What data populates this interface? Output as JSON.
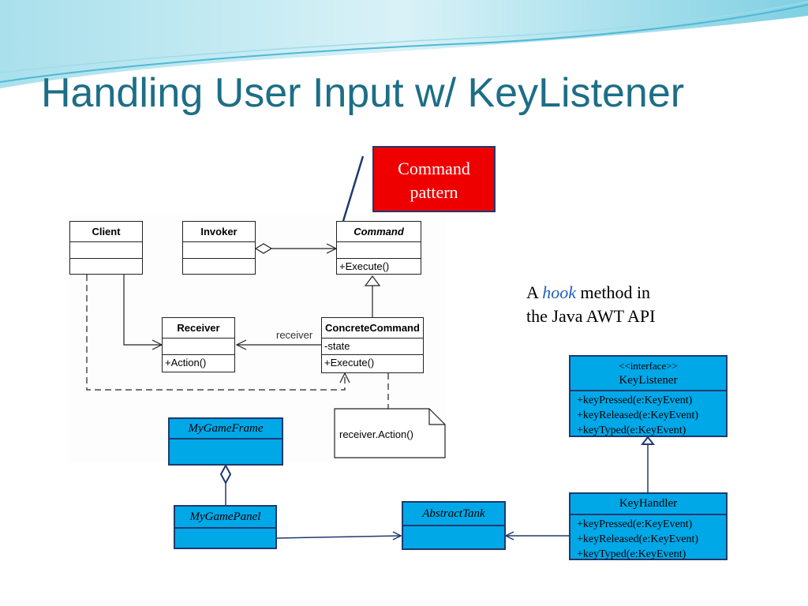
{
  "title": "Handling User Input w/ KeyListener",
  "callout": {
    "line1": "Command",
    "line2": "pattern"
  },
  "hook_note": {
    "prefix": "A ",
    "emph": "hook",
    "rest": " method in",
    "line2": "the Java AWT API"
  },
  "command_pattern": {
    "client": "Client",
    "invoker": "Invoker",
    "command": "Command",
    "command_op": "+Execute()",
    "receiver": "Receiver",
    "receiver_op": "+Action()",
    "concrete": "ConcreteCommand",
    "concrete_attr": "-state",
    "concrete_op": "+Execute()",
    "receiver_label": "receiver",
    "note_text": "receiver.Action()"
  },
  "game": {
    "frame": "MyGameFrame",
    "panel": "MyGamePanel",
    "tank": "AbstractTank",
    "stereotype": "<<interface>>",
    "keylistener": "KeyListener",
    "keyhandler": "KeyHandler",
    "ops": [
      "+keyPressed(e:KeyEvent)",
      "+keyReleased(e:KeyEvent)",
      "+keyTyped(e:KeyEvent)"
    ]
  },
  "colors": {
    "title": "#1d6e86",
    "callout": "#ee0000",
    "class_fill": "#00a8e8",
    "class_border": "#1f3a6e"
  }
}
